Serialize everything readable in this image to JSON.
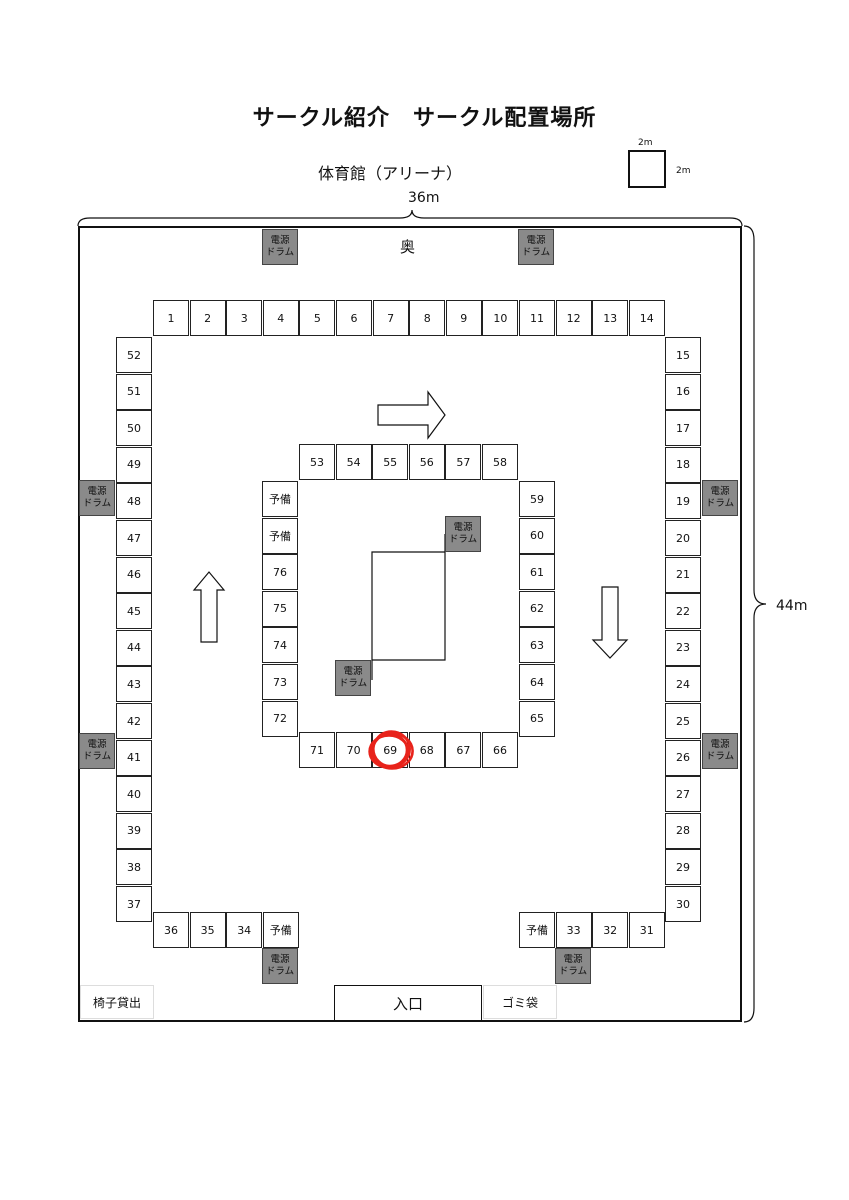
{
  "title": "サークル紹介　サークル配置場所",
  "subtitle": "体育館（アリーナ）",
  "scale": {
    "w": "2m",
    "h": "2m"
  },
  "dimensions": {
    "width": "36m",
    "height": "44m"
  },
  "labels": {
    "back": "奥",
    "entrance": "入口",
    "chair_rental": "椅子貸出",
    "trash_bags": "ゴミ袋",
    "reserve": "予備",
    "drum_line1": "電源",
    "drum_line2": "ドラム"
  },
  "booths": {
    "top": [
      "1",
      "2",
      "3",
      "4",
      "5",
      "6",
      "7",
      "8",
      "9",
      "10",
      "11",
      "12",
      "13",
      "14"
    ],
    "right": [
      "15",
      "16",
      "17",
      "18",
      "19",
      "20",
      "21",
      "22",
      "23",
      "24",
      "25",
      "26",
      "27",
      "28",
      "29",
      "30"
    ],
    "bottom_right": [
      "予備",
      "33",
      "32",
      "31"
    ],
    "bottom_left": [
      "36",
      "35",
      "34",
      "予備"
    ],
    "left": [
      "52",
      "51",
      "50",
      "49",
      "48",
      "47",
      "46",
      "45",
      "44",
      "43",
      "42",
      "41",
      "40",
      "39",
      "38",
      "37"
    ],
    "inner_top": [
      "53",
      "54",
      "55",
      "56",
      "57",
      "58"
    ],
    "inner_right": [
      "59",
      "60",
      "61",
      "62",
      "63",
      "64",
      "65"
    ],
    "inner_bottom": [
      "71",
      "70",
      "69",
      "68",
      "67",
      "66"
    ],
    "inner_left": [
      "予備",
      "予備",
      "76",
      "75",
      "74",
      "73",
      "72"
    ]
  },
  "highlight": {
    "booth": "69",
    "color": "#e8231b"
  }
}
